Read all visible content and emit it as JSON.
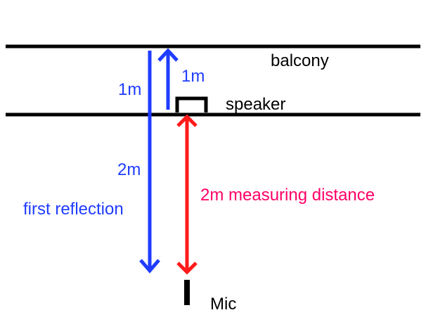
{
  "colors": {
    "background": "#ffffff",
    "line": "#000000",
    "reflection": "#1f3cff",
    "measurement": "#ff1a1a",
    "measurement_text": "#ff0066"
  },
  "labels": {
    "balcony": "balcony",
    "speaker": "speaker",
    "up_distance_near": "1m",
    "up_distance_far": "1m",
    "down_distance": "2m",
    "first_reflection": "first reflection",
    "measuring_distance": "2m measuring distance",
    "mic": "Mic"
  }
}
